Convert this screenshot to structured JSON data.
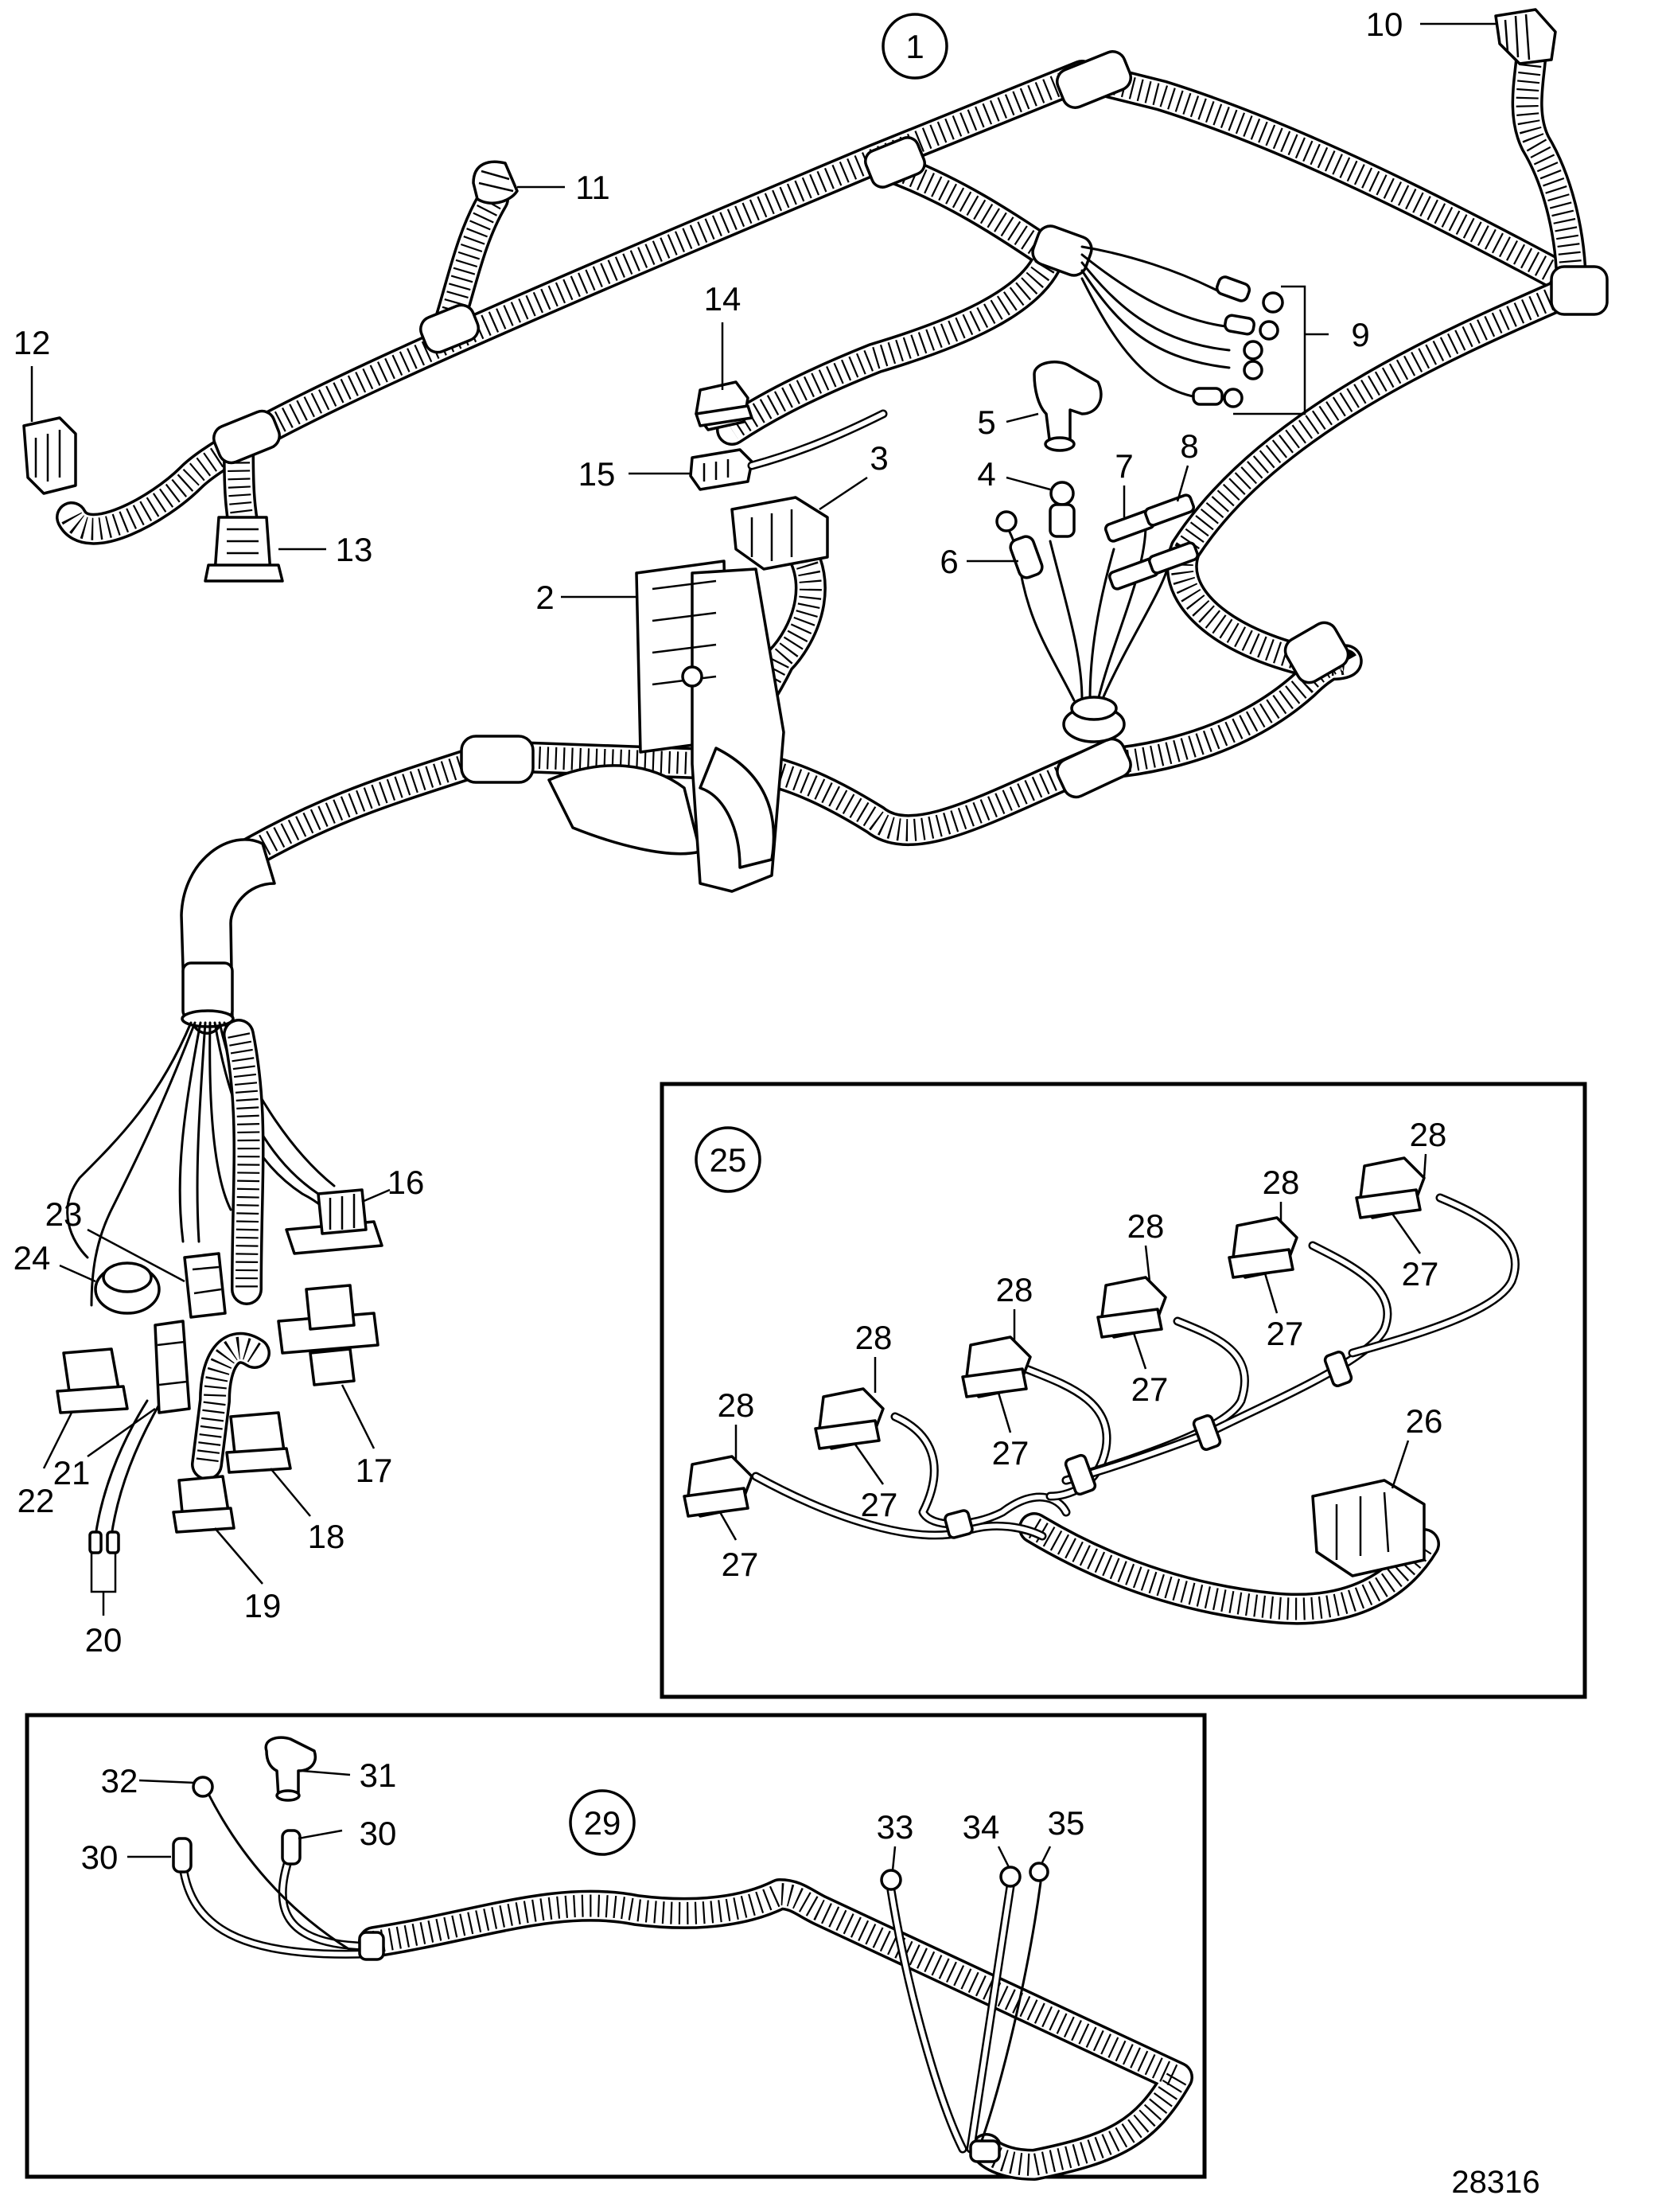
{
  "callouts": {
    "c1": "1",
    "c2": "2",
    "c3": "3",
    "c4": "4",
    "c5": "5",
    "c6": "6",
    "c7": "7",
    "c8": "8",
    "c9": "9",
    "c10": "10",
    "c11": "11",
    "c12": "12",
    "c13": "13",
    "c14": "14",
    "c15": "15",
    "c16": "16",
    "c17": "17",
    "c18": "18",
    "c19": "19",
    "c20": "20",
    "c21": "21",
    "c22": "22",
    "c23": "23",
    "c24": "24",
    "c25": "25",
    "c26": "26",
    "c27": "27",
    "c28": "28",
    "c29": "29",
    "c30": "30",
    "c31": "31",
    "c32": "32",
    "c33": "33",
    "c34": "34",
    "c35": "35"
  },
  "figure_ref": "28316",
  "icons": [
    "wiring-harness",
    "connector",
    "ring-terminal",
    "rubber-boot",
    "flat-terminal",
    "fuse-holder"
  ]
}
